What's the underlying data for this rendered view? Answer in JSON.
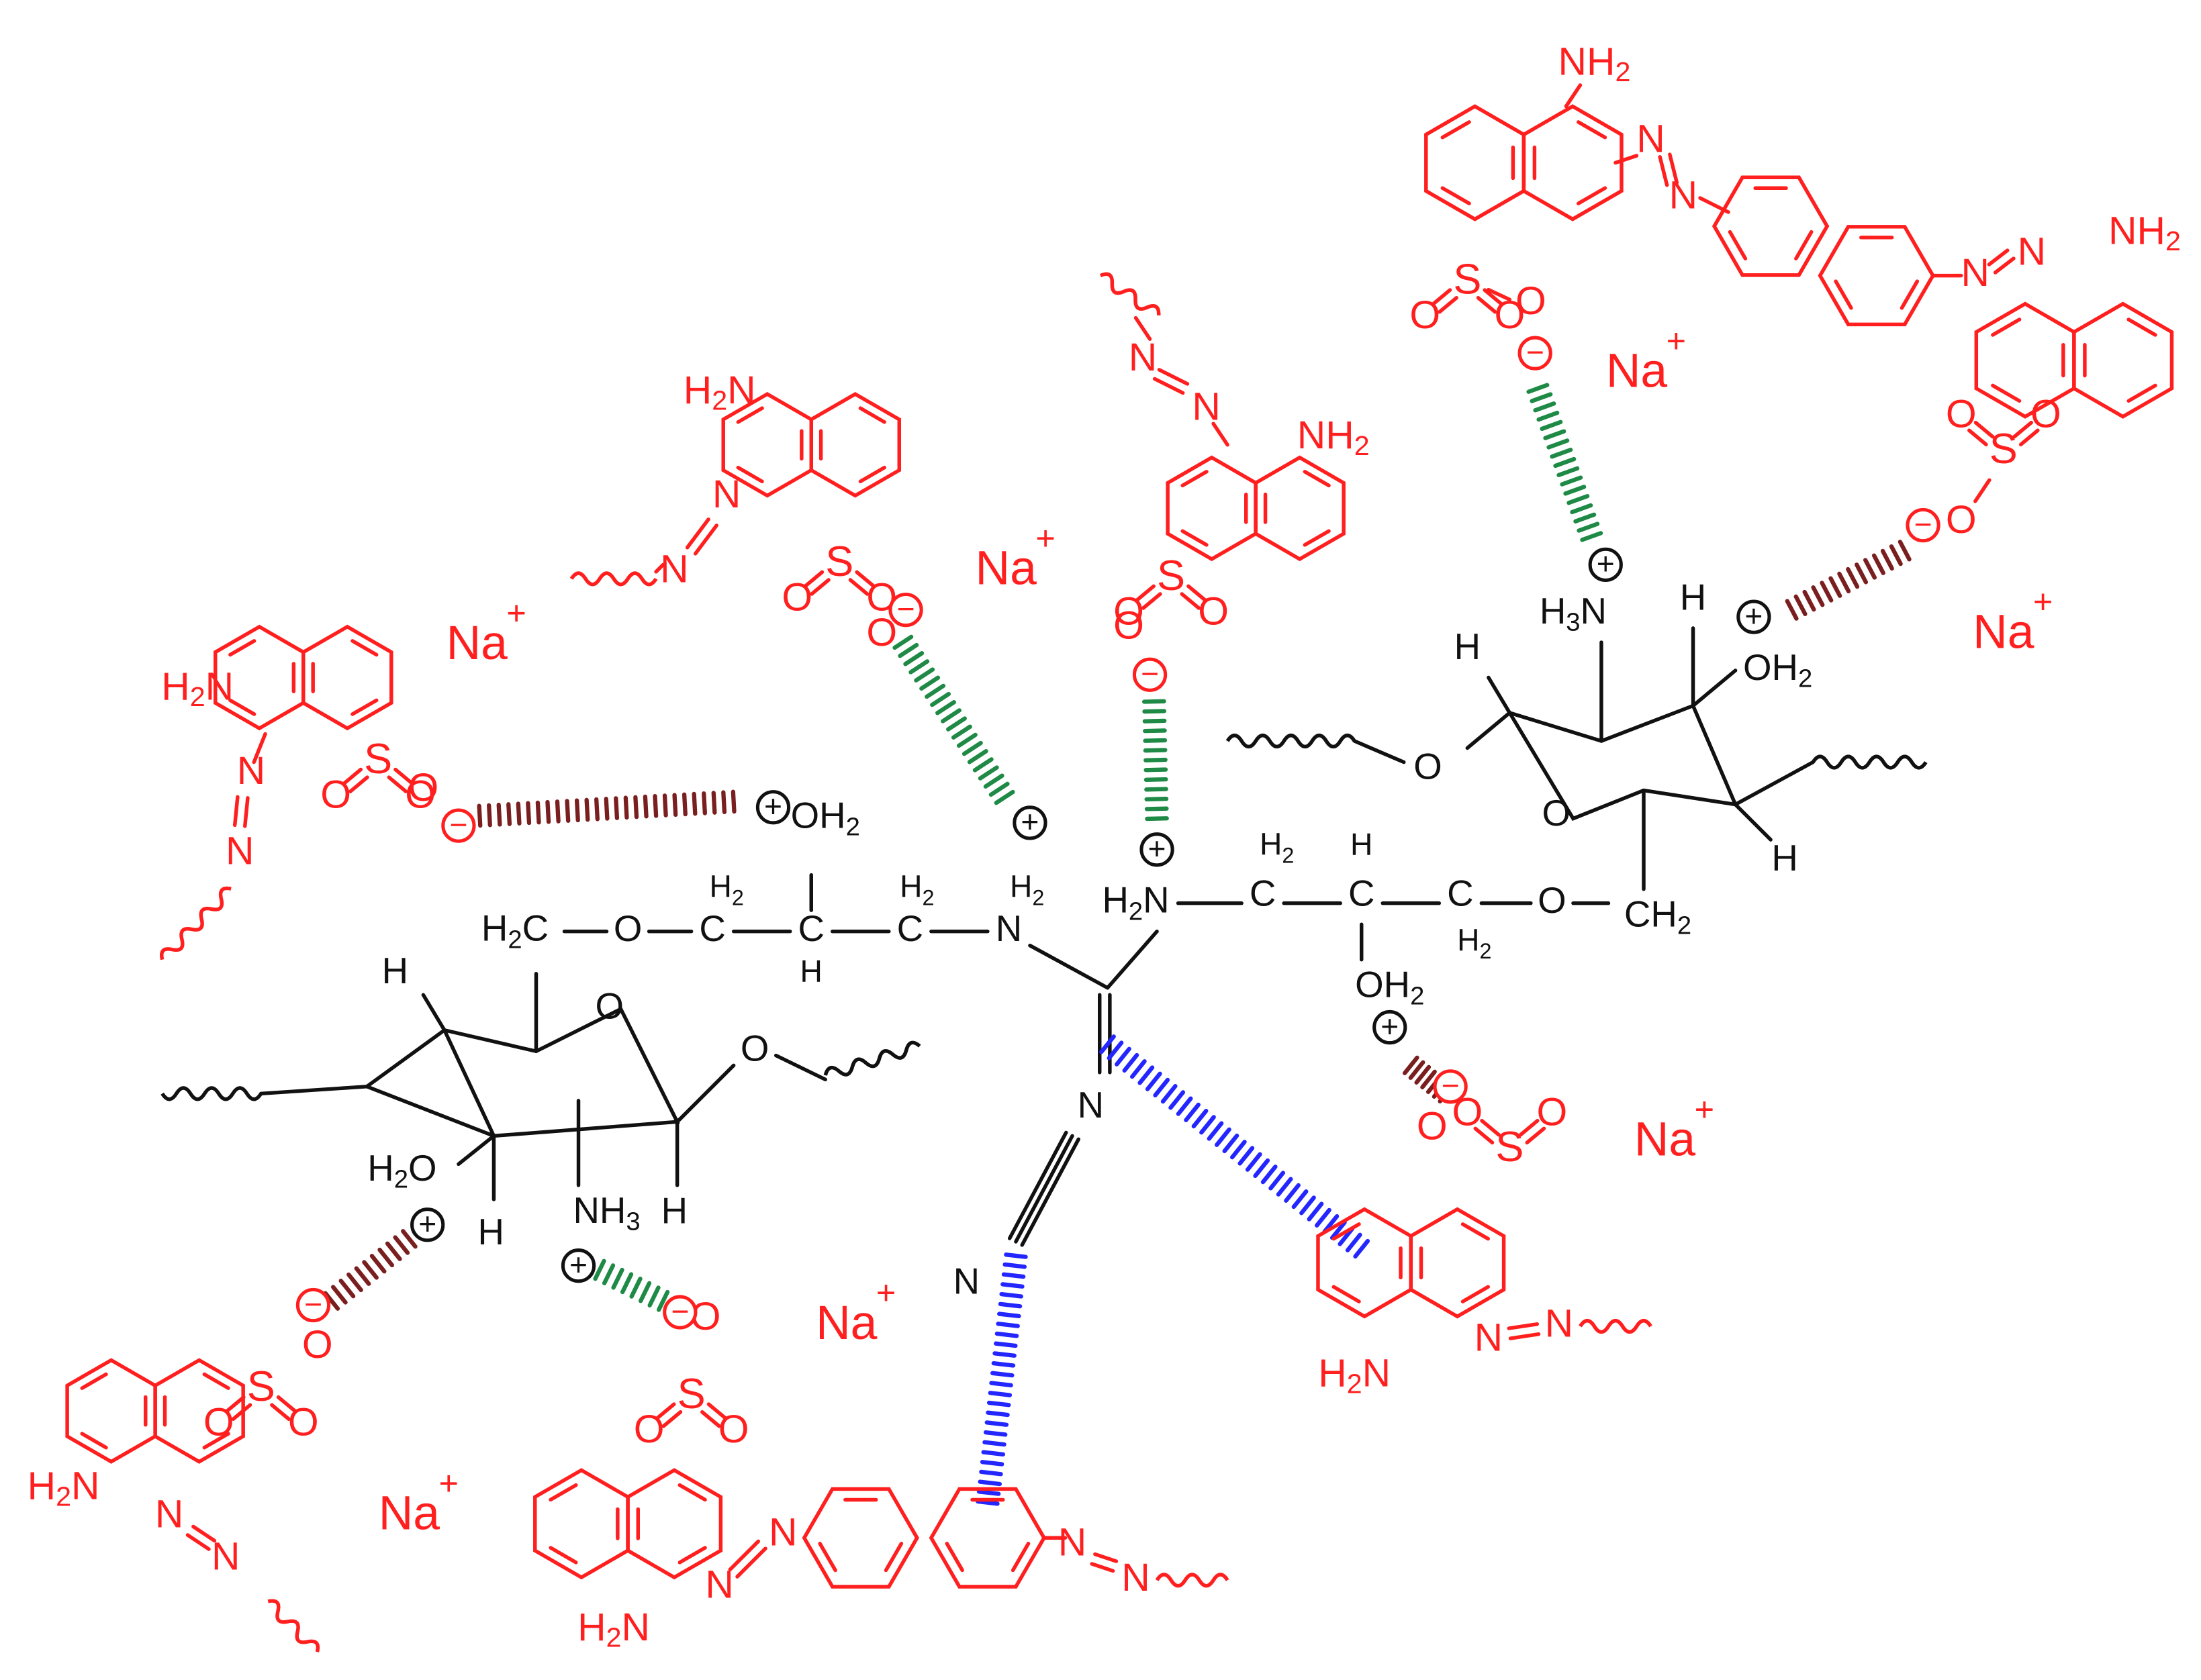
{
  "colors": {
    "dye": "#ff1f1f",
    "polymer": "#111111",
    "electrostatic_bond": "#7a1f1f",
    "hydrogen_bond": "#1e8a46",
    "pi_interaction": "#2326ff"
  },
  "labels": {
    "nh2": "NH2",
    "h2n": "H2N",
    "n": "N",
    "s": "S",
    "o": "O",
    "na": "Na",
    "h": "H",
    "h2": "H2",
    "h2c": "H2C",
    "ch2": "CH2",
    "c": "C",
    "oh2": "OH2",
    "h2o": "H2O",
    "h3n": "H3N",
    "nh3": "NH3",
    "plus": "+",
    "minus": "−"
  }
}
